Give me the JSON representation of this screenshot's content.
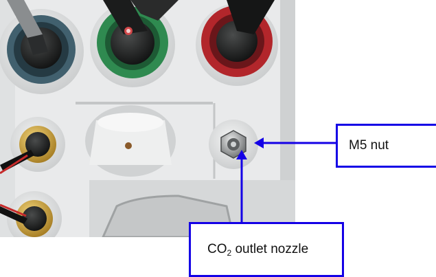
{
  "labels": {
    "m5_nut": "M5 nut",
    "co2_prefix": "CO",
    "co2_subscript": "2",
    "co2_suffix": " outlet nozzle"
  },
  "colors": {
    "callout": "#1400e6",
    "housing": "#e7e8e9",
    "cap_blue": "#41606e",
    "cap_green": "#2f8a50",
    "cap_red": "#b2262b"
  }
}
